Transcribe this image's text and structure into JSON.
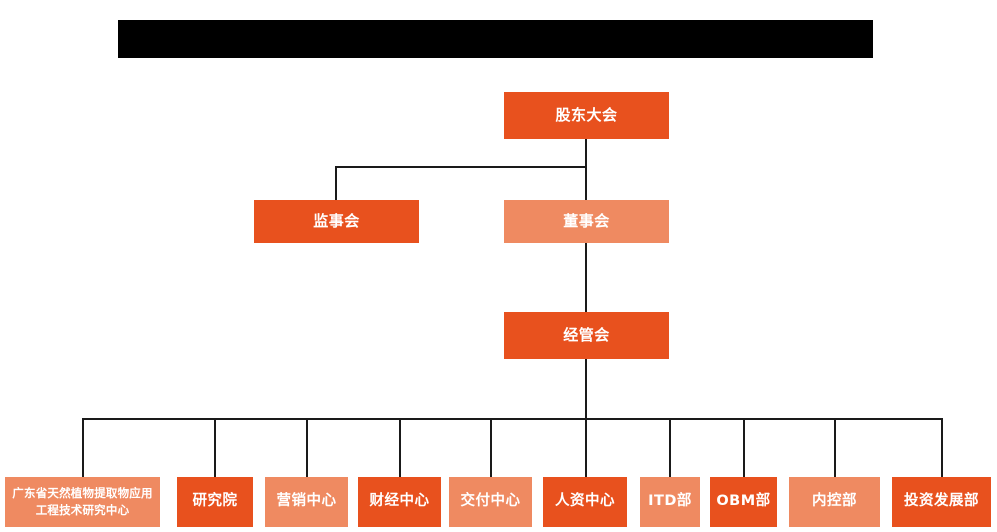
{
  "chart": {
    "title_bar": {
      "name": "redacted-title-bar",
      "text": ""
    },
    "colors": {
      "accent_dark": "#E8511E",
      "accent_light": "#EF8A61",
      "connector": "#1a1a1a",
      "background": "#FFFFFF",
      "redaction": "#000000",
      "node_text": "#FFFFFF"
    },
    "levels": {
      "level1": [
        {
          "id": "shareholders-meeting",
          "label": "股东大会",
          "shade": "dark"
        }
      ],
      "level2": [
        {
          "id": "board-of-supervisors",
          "label": "监事会",
          "shade": "dark"
        },
        {
          "id": "board-of-directors",
          "label": "董事会",
          "shade": "light"
        }
      ],
      "level3": [
        {
          "id": "management-committee",
          "label": "经管会",
          "shade": "dark"
        }
      ],
      "departments": [
        {
          "id": "guangdong-research-center",
          "label": "广东省天然植物提取物应用工程技术研究中心",
          "shade": "light"
        },
        {
          "id": "research-institute",
          "label": "研究院",
          "shade": "dark"
        },
        {
          "id": "marketing-center",
          "label": "营销中心",
          "shade": "light"
        },
        {
          "id": "finance-center",
          "label": "财经中心",
          "shade": "dark"
        },
        {
          "id": "delivery-center",
          "label": "交付中心",
          "shade": "light"
        },
        {
          "id": "hr-center",
          "label": "人资中心",
          "shade": "dark"
        },
        {
          "id": "itd-department",
          "label": "ITD部",
          "shade": "light"
        },
        {
          "id": "obm-department",
          "label": "OBM部",
          "shade": "dark"
        },
        {
          "id": "internal-control-department",
          "label": "内控部",
          "shade": "light"
        },
        {
          "id": "investment-development-department",
          "label": "投资发展部",
          "shade": "dark"
        }
      ]
    }
  }
}
